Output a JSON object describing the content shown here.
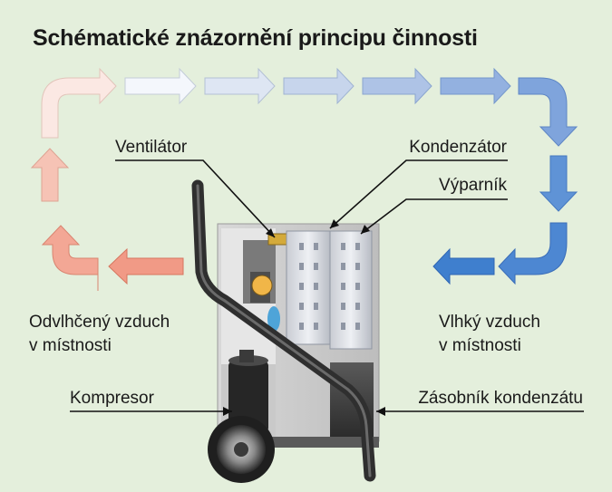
{
  "title": "Schématické znázornění principu činnosti",
  "labels": {
    "ventilator": "Ventilátor",
    "kondenzator": "Kondenzátor",
    "vyparnik": "Výparník",
    "odvlhceny_line1": "Odvlhčený vzduch",
    "odvlhceny_line2": "v místnosti",
    "vlhky_line1": "Vlhký vzduch",
    "vlhky_line2": "v místnosti",
    "kompresor": "Kompresor",
    "zasobnik": "Zásobník kondenzátu"
  },
  "colors": {
    "background": "#e4efdc",
    "humid_air": "#3a7fd1",
    "dry_air": "#ef8d78",
    "pale": "#eef3fb",
    "machine_frame": "#2f2f2f"
  }
}
